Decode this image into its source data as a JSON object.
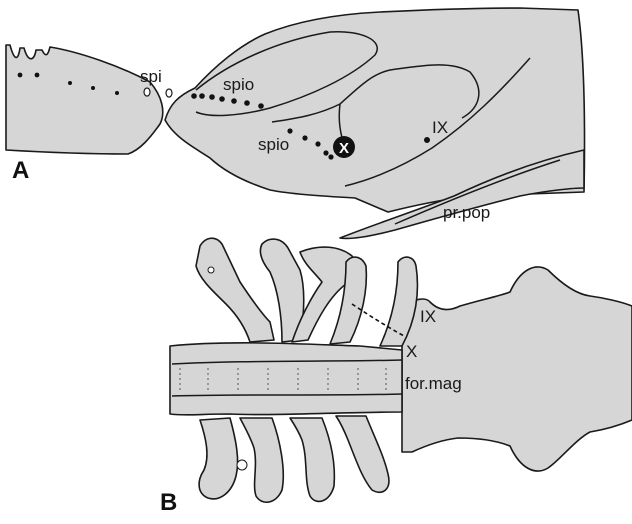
{
  "figure": {
    "panel_a": {
      "panel_label": "A",
      "labels": {
        "spi": "spi",
        "spio_upper": "spio",
        "spio_lower": "spio",
        "nerve_x": "X",
        "nerve_ix": "IX",
        "pr_pop": "pr.pop"
      }
    },
    "panel_b": {
      "panel_label": "B",
      "labels": {
        "nerve_ix": "IX",
        "nerve_x": "X",
        "for_mag": "for.mag"
      }
    },
    "colors": {
      "bone_fill": "#d6d6d6",
      "outline": "#1a1a1a",
      "background": "#ffffff"
    }
  }
}
